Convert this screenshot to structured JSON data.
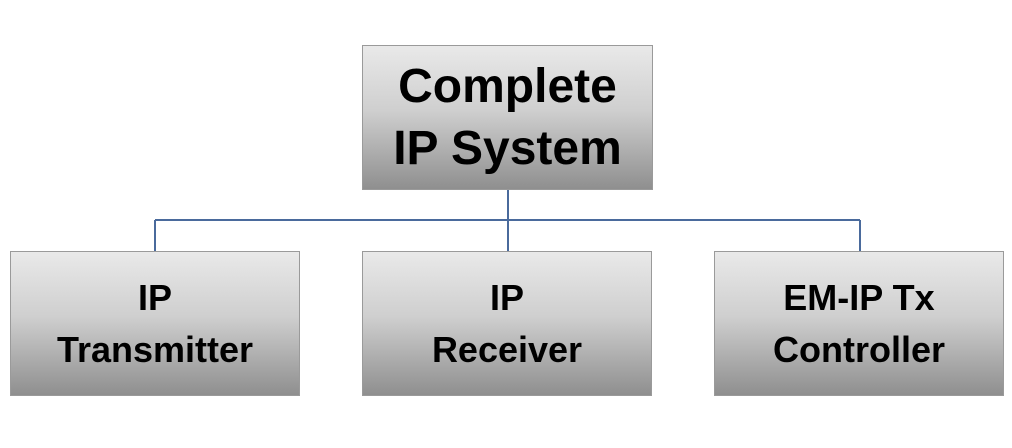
{
  "diagram": {
    "root": {
      "line1": "Complete",
      "line2": "IP System"
    },
    "children": [
      {
        "line1": "IP",
        "line2": "Transmitter"
      },
      {
        "line1": "IP",
        "line2": "Receiver"
      },
      {
        "line1": "EM-IP Tx",
        "line2": "Controller"
      }
    ],
    "colors": {
      "connector": "#4a6a9c",
      "box_top": "#e9e9e9",
      "box_bottom": "#8f8f8f",
      "text": "#000000"
    }
  }
}
